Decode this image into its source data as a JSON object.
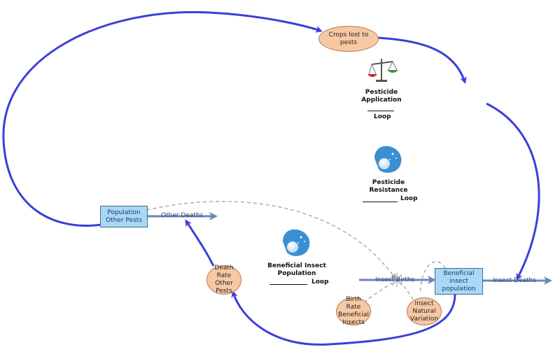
{
  "variables": {
    "crops_lost": "Crops lost to\npests",
    "death_rate_other": "Death\nRate\nOther\nPests",
    "birth_rate_beneficial": "Birth\nRate\nBeneficial\nInsects",
    "insect_natural_variation": "Insect\nNatural\nVariation"
  },
  "stocks": {
    "population_other_pests": "Population\nOther Pests",
    "beneficial_insect_population": "Beneficial\ninsect\npopulation"
  },
  "flows": {
    "other_deaths": "Other Deaths",
    "insect_births": "Insect Births",
    "insect_deaths": "Insect Deaths"
  },
  "loops": {
    "pesticide_application": {
      "title": "Pesticide\nApplication",
      "word": "Loop"
    },
    "pesticide_resistance": {
      "title": "Pesticide\nResistance",
      "word": "Loop"
    },
    "beneficial_insect_population": {
      "title": "Beneficial Insect\nPopulation",
      "word": "Loop"
    }
  },
  "colors": {
    "link": "#3a3fd6",
    "flow_pipe": "#6f86b6",
    "dashed_link": "#9a9a9a",
    "variable_fill": "#f7c8a4",
    "stock_fill": "#a9d8f5"
  },
  "icons": {
    "pesticide_application": "balance-scale-icon",
    "pesticide_resistance": "snowball-icon",
    "beneficial_insect_population": "snowball-icon"
  }
}
